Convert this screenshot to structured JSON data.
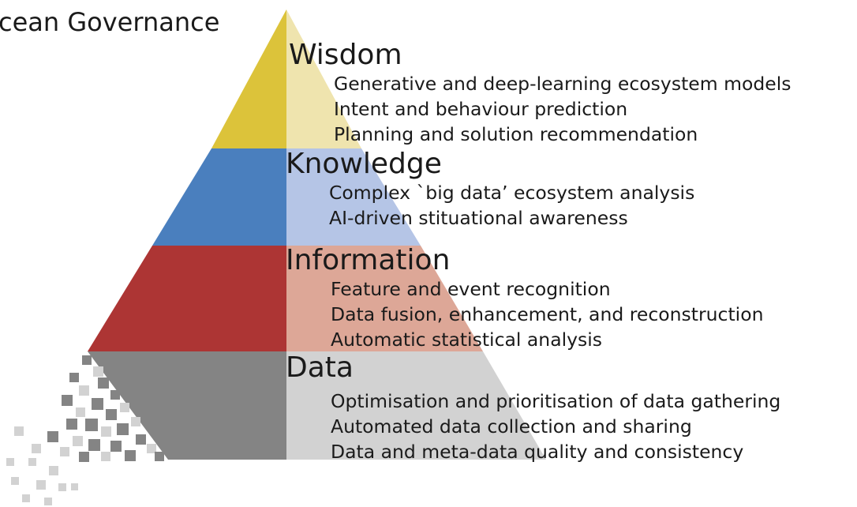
{
  "title": "cean Governance",
  "colors": {
    "wisdom": "#dcc33a",
    "wisdom_light": "#efe4ae",
    "knowledge": "#4a7fbe",
    "knowledge_light": "#b5c5e6",
    "information": "#ad3534",
    "information_light": "#dda797",
    "data": "#848484",
    "data_light": "#d2d2d2"
  },
  "levels": [
    {
      "name": "Wisdom",
      "items": [
        "Generative and deep-learning ecosystem models",
        "Intent and behaviour prediction",
        "Planning and solution recommendation"
      ]
    },
    {
      "name": "Knowledge",
      "items": [
        "Complex `big data’ ecosystem analysis",
        "AI-driven stituational awareness"
      ]
    },
    {
      "name": "Information",
      "items": [
        "Feature and event recognition",
        "Data fusion, enhancement, and reconstruction",
        "Automatic statistical analysis"
      ]
    },
    {
      "name": "Data",
      "items": [
        "Optimisation and prioritisation of data gathering",
        "Automated data collection and sharing",
        "Data and meta-data quality and consistency"
      ]
    }
  ]
}
